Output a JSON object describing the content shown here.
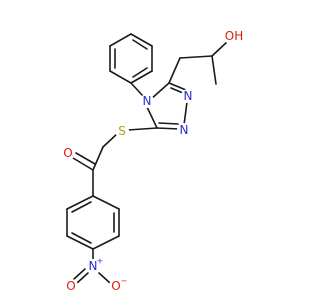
{
  "molecule": {
    "atom_labels": {
      "hydroxyl": "OH",
      "triazole_n4": "N",
      "triazole_n2": "N",
      "triazole_n1": "N",
      "thioether_s": "S",
      "ketone_o": "O",
      "nitro_n": "N",
      "nitro_n_charge": "+",
      "nitro_o_double": "O",
      "nitro_o_single": "O",
      "nitro_o_charge": "−"
    },
    "colors": {
      "bond": "#1a1a1a",
      "nitrogen": "#2b2bd6",
      "oxygen": "#e0190b",
      "sulfur": "#b8a200"
    }
  }
}
